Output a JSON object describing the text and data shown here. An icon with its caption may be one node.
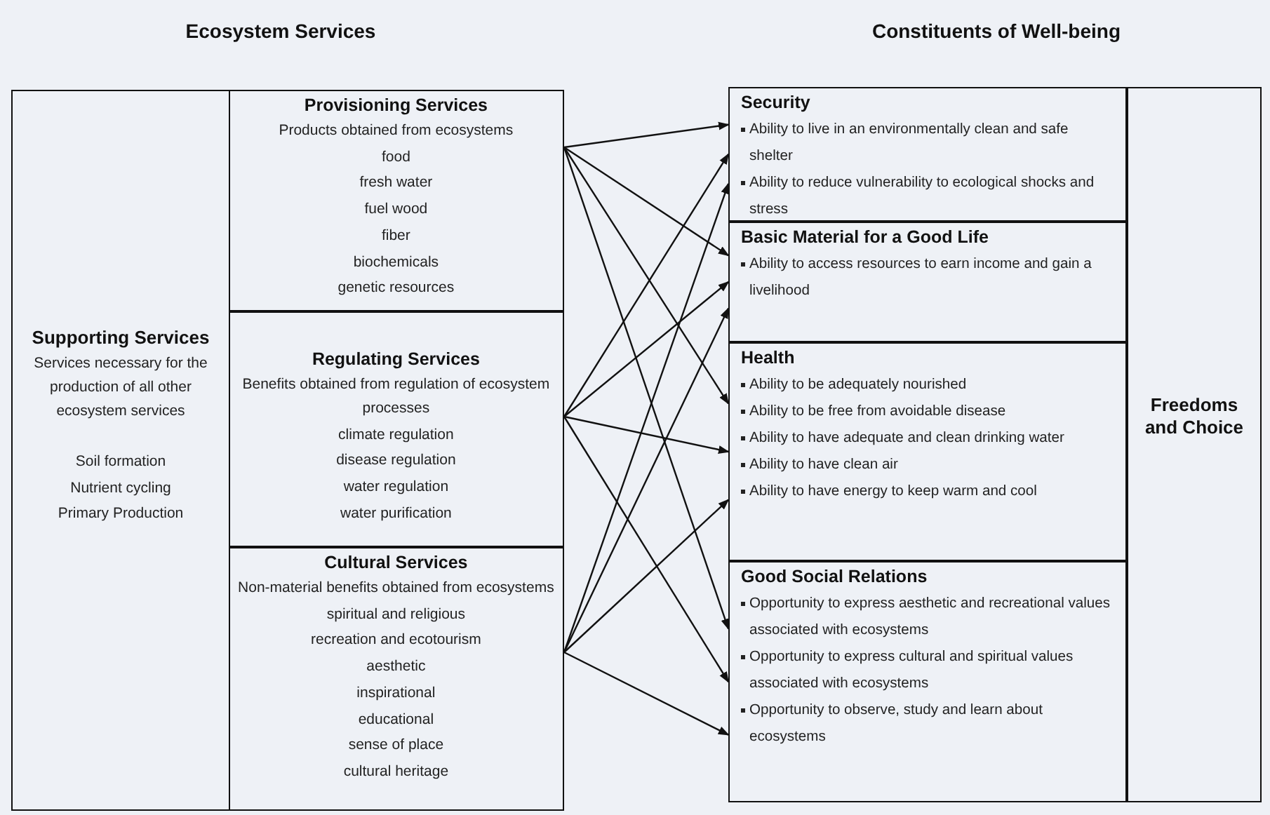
{
  "diagram": {
    "nodes": [
      {
        "text": [
          "Supporting Services",
          "Services necessary for the production of all other ecosystem services",
          "Soil formation",
          "Nutrient cycling",
          "Primary Production"
        ]
      },
      {
        "text": [
          "Provisioning Services",
          "Products obtained from ecosystems",
          "food",
          "fresh water",
          "fuel wood",
          "fiber",
          "biochemicals",
          "genetic resources"
        ],
        "in": 0
      },
      {
        "text": [
          "Regulating Services",
          "Benefits obtained from regulation of ecosystem processes",
          "climate regulation",
          "disease regulation",
          "water regulation",
          "water purification"
        ],
        "in": 0
      },
      {
        "text": [
          "Cultural Services",
          "Non-material benefits obtained from ecosystems",
          "spiritual and religious",
          "recreation and ecotourism",
          "aesthetic",
          "inspirational",
          "educational",
          "sense of place",
          "cultural heritage"
        ],
        "in": 0
      },
      {
        "text": [
          "Security",
          "Ability to live in an environmentally clean and safe shelter",
          "Ability to reduce vulnerability to ecological shocks and stress"
        ]
      },
      {
        "text": [
          "Basic Material for a Good Life",
          "Ability to access resources to earn income and gain a livelihood"
        ]
      },
      {
        "text": [
          "Health",
          "Ability to be adequately nourished",
          "Ability to be free from avoidable disease",
          "Ability to have adequate and clean drinking water",
          "Ability to have clean air",
          "Ability to have energy to keep warm and cool"
        ]
      },
      {
        "text": [
          "Good Social Relations",
          "Opportunity to express aesthetic and recreational values associated with ecosystems",
          "Opportunity to express cultural and spiritual values associated with ecosystems",
          "Opportunity to observe, study and learn about ecosystems"
        ]
      },
      {
        "text": [
          "Freedoms and Choice"
        ]
      }
    ],
    "edges": [
      {
        "from": 1,
        "to": 4,
        "arrow": "to"
      },
      {
        "from": 1,
        "to": 5,
        "arrow": "to"
      },
      {
        "from": 1,
        "to": 6,
        "arrow": "to"
      },
      {
        "from": 1,
        "to": 7,
        "arrow": "to"
      },
      {
        "from": 2,
        "to": 4,
        "arrow": "to"
      },
      {
        "from": 2,
        "to": 5,
        "arrow": "to"
      },
      {
        "from": 2,
        "to": 6,
        "arrow": "to"
      },
      {
        "from": 2,
        "to": 7,
        "arrow": "to"
      },
      {
        "from": 3,
        "to": 4,
        "arrow": "to"
      },
      {
        "from": 3,
        "to": 5,
        "arrow": "to"
      },
      {
        "from": 3,
        "to": 6,
        "arrow": "to"
      },
      {
        "from": 3,
        "to": 7,
        "arrow": "to"
      }
    ],
    "labels": [
      "Ecosystem Services",
      "Constituents of Well-being"
    ]
  }
}
